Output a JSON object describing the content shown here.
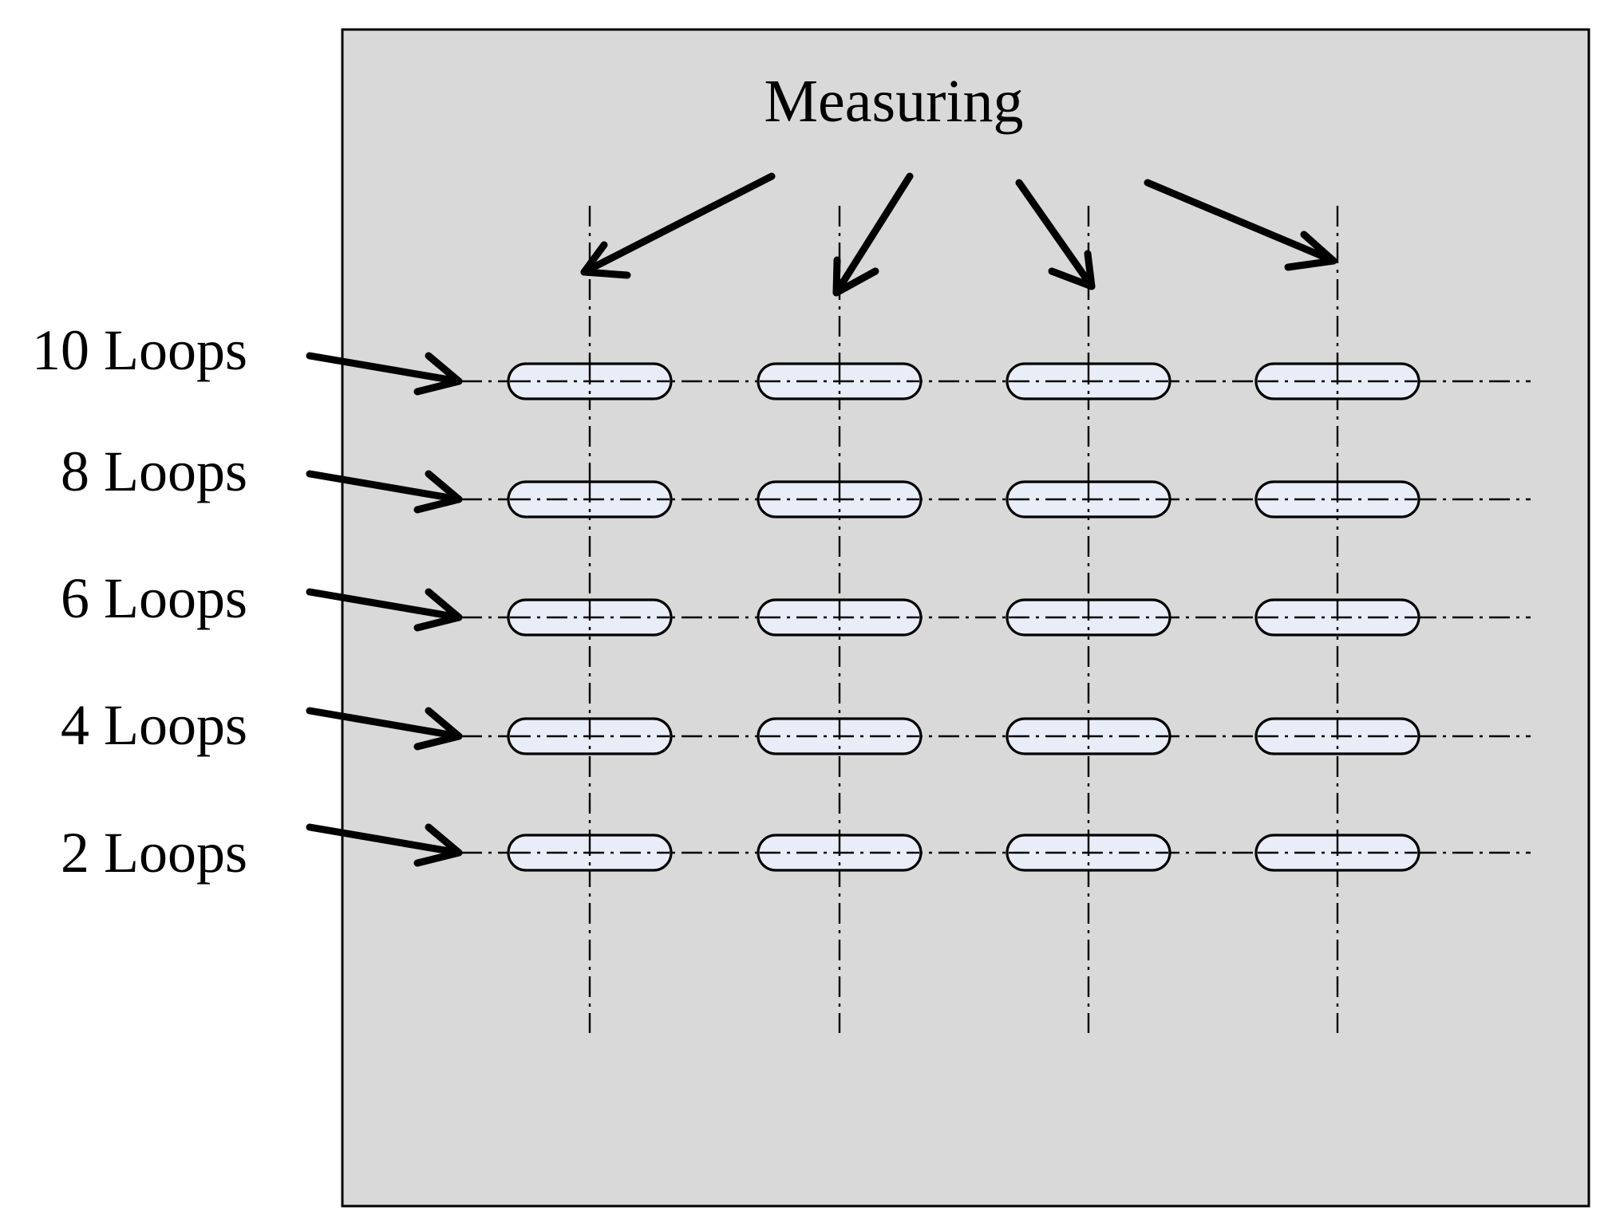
{
  "measuring_label": "Measuring",
  "rows": [
    {
      "label": "10 Loops"
    },
    {
      "label": "8 Loops"
    },
    {
      "label": "6 Loops"
    },
    {
      "label": "4 Loops"
    },
    {
      "label": "2 Loops"
    }
  ],
  "columns_count": 4,
  "colors": {
    "panel": "#d9d9d9",
    "weld_fill": "#e9edf8",
    "line": "#000000"
  }
}
